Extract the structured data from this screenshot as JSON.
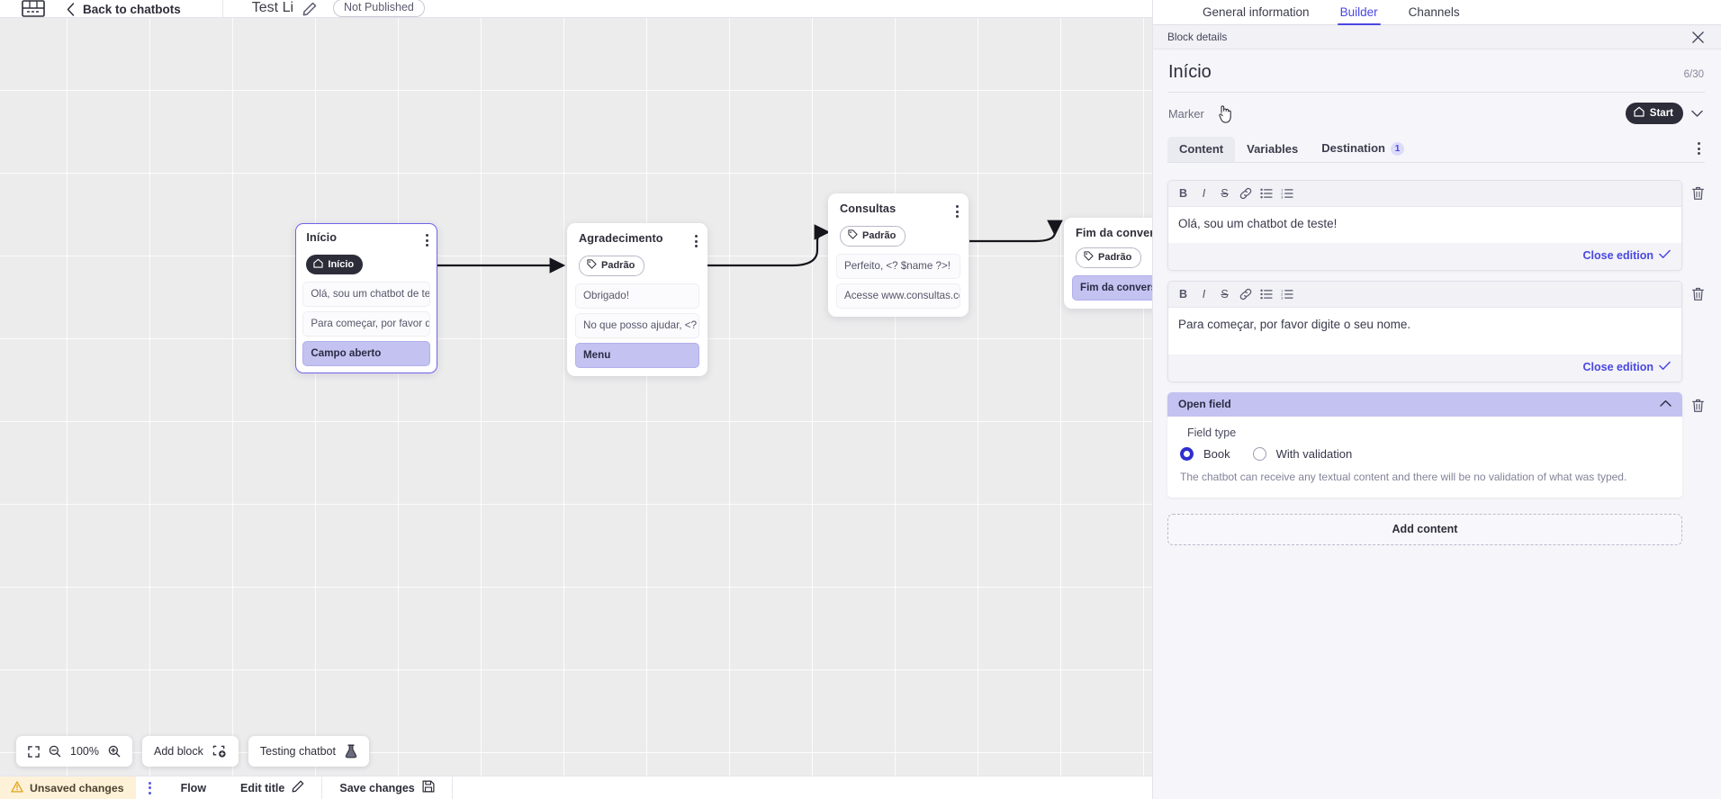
{
  "topbar": {
    "logo_icon": "chatbot-logo-icon",
    "back_label": "Back to chatbots",
    "back_icon": "chevron-left-icon",
    "bot_title": "Test Li",
    "edit_icon": "pencil-icon",
    "status_pill": "Not Published"
  },
  "canvas": {
    "blocks": [
      {
        "id": "inicio",
        "title": "Início",
        "tag": {
          "label": "Início",
          "icon": "home-icon",
          "style": "start"
        },
        "selected": true,
        "rows": [
          {
            "text": "Olá, sou um chatbot de teste!",
            "highlight": false
          },
          {
            "text": "Para começar, por favor digite o ...",
            "highlight": false
          },
          {
            "text": "Campo aberto",
            "highlight": true
          }
        ]
      },
      {
        "id": "agradecimento",
        "title": "Agradecimento",
        "tag": {
          "label": "Padrão",
          "icon": "tag-icon",
          "style": "default"
        },
        "selected": false,
        "rows": [
          {
            "text": "Obrigado!",
            "highlight": false
          },
          {
            "text": "No que posso ajudar, <? $name ...",
            "highlight": false
          },
          {
            "text": "Menu",
            "highlight": true
          }
        ]
      },
      {
        "id": "consultas",
        "title": "Consultas",
        "tag": {
          "label": "Padrão",
          "icon": "tag-icon",
          "style": "default"
        },
        "selected": false,
        "rows": [
          {
            "text": "Perfeito, <? $name ?>!",
            "highlight": false
          },
          {
            "text": "Acesse www.consultas.com par...",
            "highlight": false
          }
        ]
      },
      {
        "id": "fim-da-conversa",
        "title": "Fim da conversa",
        "tag": {
          "label": "Padrão",
          "icon": "tag-icon",
          "style": "default"
        },
        "selected": false,
        "rows": [
          {
            "text": "Fim da conversa",
            "highlight": true
          }
        ]
      }
    ],
    "toolbar": {
      "fit_icon": "fit-screen-icon",
      "zoom_out_icon": "zoom-out-icon",
      "zoom_level": "100%",
      "zoom_in_icon": "zoom-in-icon",
      "add_block_label": "Add block",
      "add_block_icon": "add-block-icon",
      "testing_label": "Testing chatbot",
      "testing_icon": "flask-icon"
    }
  },
  "statusbar": {
    "unsaved_label": "Unsaved changes",
    "warning_icon": "warning-triangle-icon",
    "kebab_icon": "kebab-menu-icon",
    "flow_label": "Flow",
    "edit_title_label": "Edit title",
    "edit_title_icon": "pencil-icon",
    "save_label": "Save changes",
    "save_icon": "floppy-disk-icon"
  },
  "panel": {
    "tabs": [
      {
        "label": "General information",
        "active": false
      },
      {
        "label": "Builder",
        "active": true
      },
      {
        "label": "Channels",
        "active": false
      }
    ],
    "subheader": {
      "label": "Block details",
      "close_icon": "close-icon"
    },
    "block_title": "Início",
    "char_count": "6/30",
    "marker_label": "Marker",
    "marker_value": "Start",
    "marker_icon": "home-icon",
    "marker_chevron": "chevron-down-icon",
    "content_tabs": [
      {
        "label": "Content",
        "active": true,
        "badge": ""
      },
      {
        "label": "Variables",
        "active": false,
        "badge": ""
      },
      {
        "label": "Destination",
        "active": false,
        "badge": "1"
      }
    ],
    "overflow_icon": "kebab-menu-icon",
    "editor_toolbar_icons": [
      "bold-icon",
      "italic-icon",
      "strikethrough-icon",
      "link-icon",
      "bullet-list-icon",
      "numbered-list-icon"
    ],
    "editors": [
      {
        "text": "Olá, sou um chatbot de teste!",
        "close_label": "Close edition",
        "close_icon": "check-icon",
        "delete_icon": "trash-icon"
      },
      {
        "text": "Para começar, por favor digite o seu nome.",
        "close_label": "Close edition",
        "close_icon": "check-icon",
        "delete_icon": "trash-icon"
      }
    ],
    "open_field": {
      "header": "Open field",
      "collapse_icon": "chevron-up-icon",
      "delete_icon": "trash-icon",
      "field_type_label": "Field type",
      "options": [
        {
          "label": "Book",
          "selected": true
        },
        {
          "label": "With validation",
          "selected": false
        }
      ],
      "description": "The chatbot can receive any textual content and there will be no validation of what was typed."
    },
    "add_content_label": "Add content"
  },
  "colors": {
    "accent": "#4a47e0",
    "highlight": "#c3c2f0",
    "dark_pill": "#2d2d3a",
    "warning_bg": "#fdf1d8"
  }
}
